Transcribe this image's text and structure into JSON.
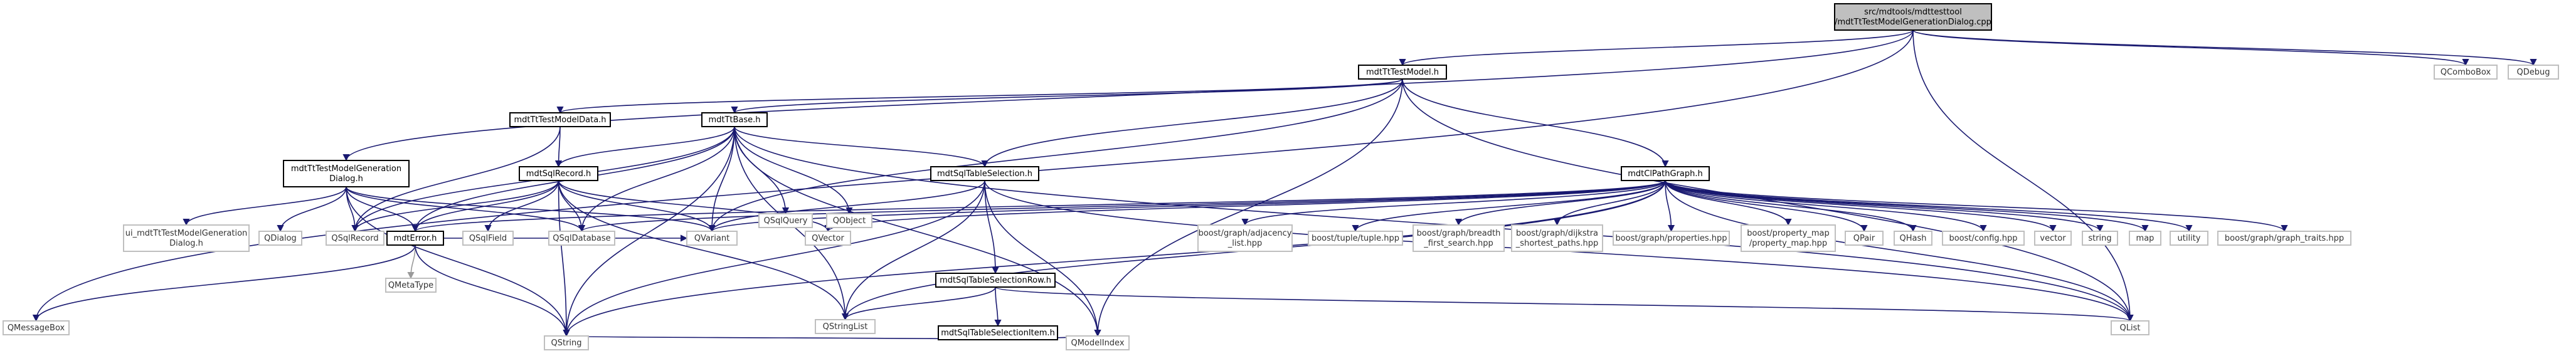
{
  "root": {
    "lines": [
      "src/mdtools/mdttesttool",
      "/mdtTtTestModelGenerationDialog.cpp"
    ]
  },
  "nodes": {
    "mdtTtTestModel_h": [
      "mdtTtTestModel.h"
    ],
    "QComboBox": [
      "QComboBox"
    ],
    "QDebug": [
      "QDebug"
    ],
    "mdtTtTestModelData_h": [
      "mdtTtTestModelData.h"
    ],
    "mdtTtBase_h": [
      "mdtTtBase.h"
    ],
    "mdtTtTestModelGenerationDialog_h": [
      "mdtTtTestModelGeneration",
      "Dialog.h"
    ],
    "mdtSqlRecord_h": [
      "mdtSqlRecord.h"
    ],
    "mdtSqlTableSelection_h": [
      "mdtSqlTableSelection.h"
    ],
    "mdtClPathGraph_h": [
      "mdtClPathGraph.h"
    ],
    "QSqlQuery": [
      "QSqlQuery"
    ],
    "QObject": [
      "QObject"
    ],
    "ui_mdtTtTestModelGenerationDialog_h": [
      "ui_mdtTtTestModelGeneration",
      "Dialog.h"
    ],
    "QDialog": [
      "QDialog"
    ],
    "QSqlRecord": [
      "QSqlRecord"
    ],
    "mdtError_h": [
      "mdtError.h"
    ],
    "QSqlField": [
      "QSqlField"
    ],
    "QSqlDatabase": [
      "QSqlDatabase"
    ],
    "QVariant": [
      "QVariant"
    ],
    "QVector": [
      "QVector"
    ],
    "boost_adjacency_list": [
      "boost/graph/adjacency",
      "_list.hpp"
    ],
    "boost_tuple": [
      "boost/tuple/tuple.hpp"
    ],
    "boost_breadth_first_search": [
      "boost/graph/breadth",
      "_first_search.hpp"
    ],
    "boost_dijkstra": [
      "boost/graph/dijkstra",
      "_shortest_paths.hpp"
    ],
    "boost_properties": [
      "boost/graph/properties.hpp"
    ],
    "boost_property_map": [
      "boost/property_map",
      "/property_map.hpp"
    ],
    "QPair": [
      "QPair"
    ],
    "QHash": [
      "QHash"
    ],
    "boost_config": [
      "boost/config.hpp"
    ],
    "vector": [
      "vector"
    ],
    "string": [
      "string"
    ],
    "map": [
      "map"
    ],
    "utility": [
      "utility"
    ],
    "boost_graph_traits": [
      "boost/graph/graph_traits.hpp"
    ],
    "mdtSqlTableSelectionRow_h": [
      "mdtSqlTableSelectionRow.h"
    ],
    "QMessageBox": [
      "QMessageBox"
    ],
    "QMetaType": [
      "QMetaType"
    ],
    "QStringList": [
      "QStringList"
    ],
    "QList": [
      "QList"
    ],
    "mdtSqlTableSelectionItem_h": [
      "mdtSqlTableSelectionItem.h"
    ],
    "QString": [
      "QString"
    ],
    "QModelIndex": [
      "QModelIndex"
    ]
  }
}
